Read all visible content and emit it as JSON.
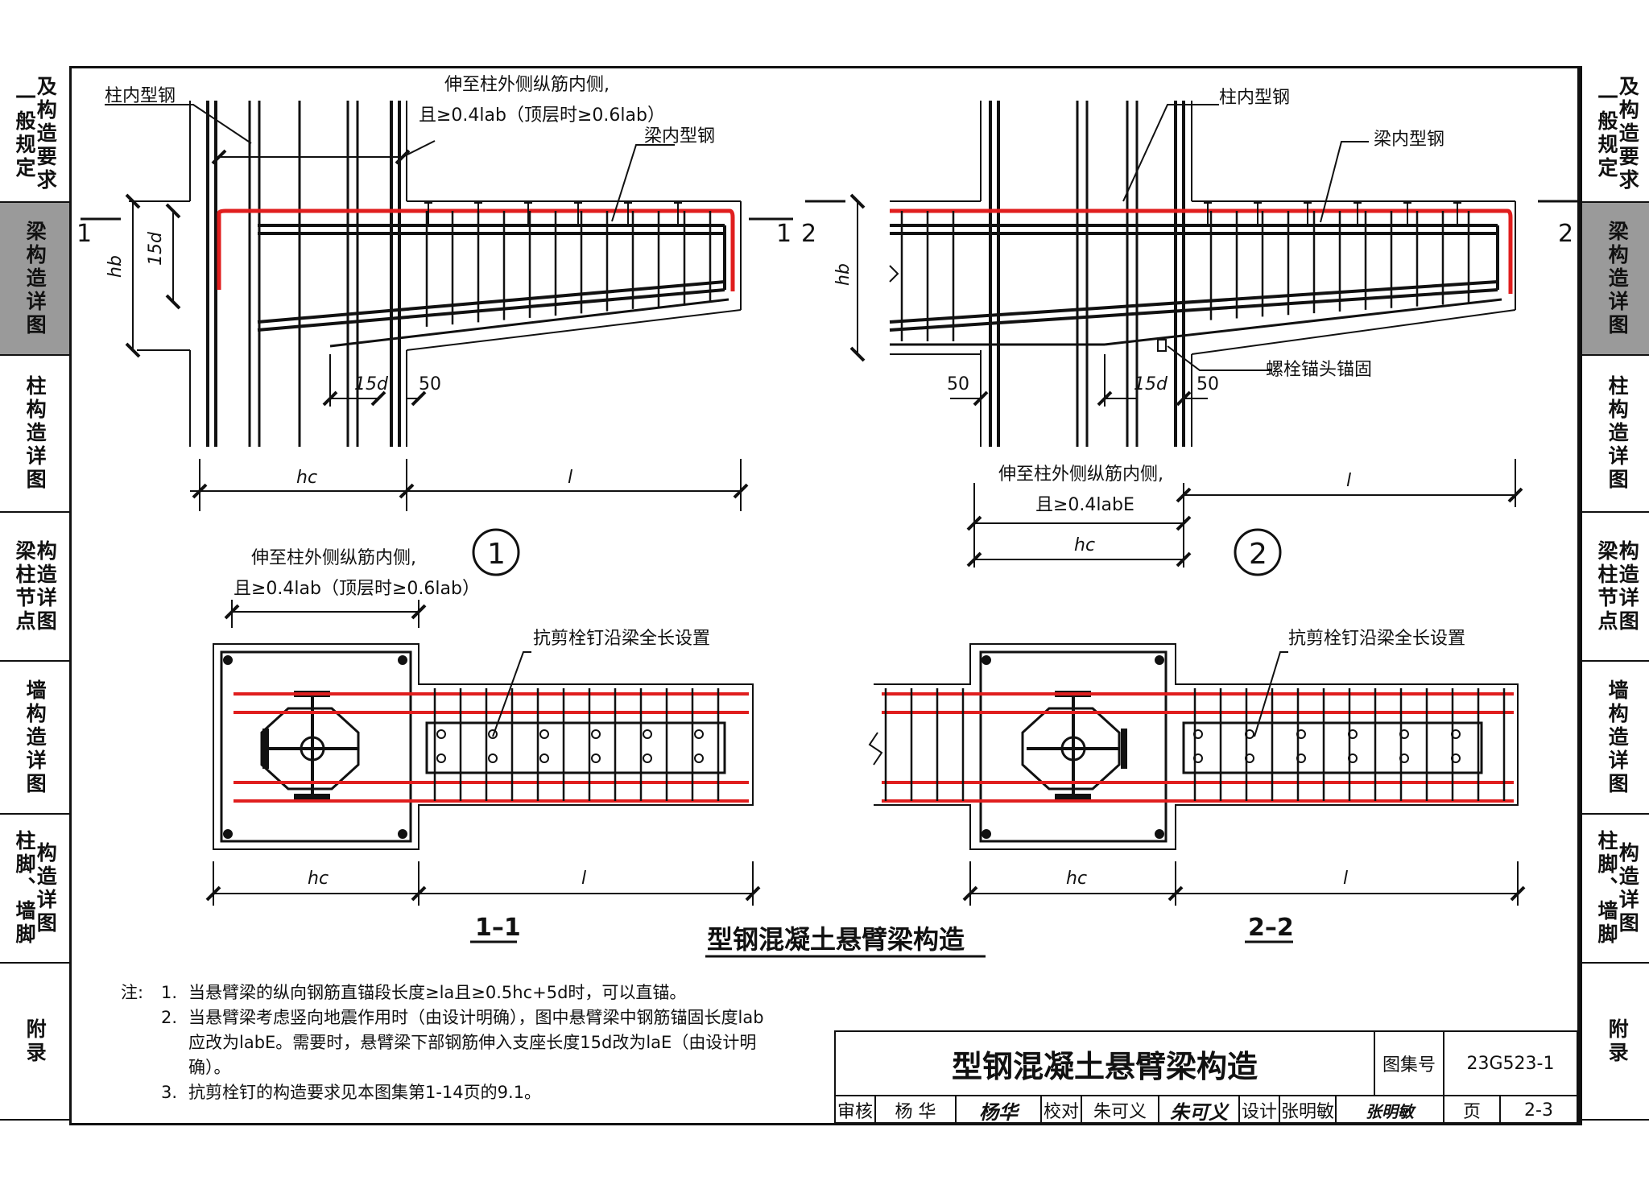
{
  "left_tabs": [
    {
      "lines": [
        "一般规定",
        "及构造要求"
      ],
      "active": false
    },
    {
      "lines": [
        "梁构造详图"
      ],
      "active": true
    },
    {
      "lines": [
        "柱构造详图"
      ],
      "active": false
    },
    {
      "lines": [
        "梁柱节点",
        "构造详图"
      ],
      "active": false
    },
    {
      "lines": [
        "墙构造详图"
      ],
      "active": false
    },
    {
      "lines": [
        "柱脚、墙脚",
        "构造详图"
      ],
      "active": false
    },
    {
      "lines": [
        "附录"
      ],
      "active": false
    }
  ],
  "diagram1": {
    "label_col_steel": "柱内型钢",
    "label_beam_steel": "梁内型钢",
    "note_line1": "伸至柱外侧纵筋内侧,",
    "note_line2": "且≥0.4lab（顶层时≥0.6lab）",
    "dim_hb": "hb",
    "dim_15d": "15d",
    "dim_15d_b": "15d",
    "dim_50": "50",
    "dim_hc": "hc",
    "dim_l": "l",
    "section_left": "1",
    "section_right": "1",
    "circle": "1"
  },
  "diagram2": {
    "label_col_steel": "柱内型钢",
    "label_beam_steel": "梁内型钢",
    "label_bolt": "螺栓锚头锚固",
    "note_line1": "伸至柱外侧纵筋内侧,",
    "note_line2": "且≥0.4labE",
    "dim_hb": "hb",
    "dim_15d": "15d",
    "dim_50a": "50",
    "dim_50b": "50",
    "dim_hc": "hc",
    "dim_l": "l",
    "section_left": "2",
    "section_right": "2",
    "circle": "2"
  },
  "section11": {
    "note_line1": "伸至柱外侧纵筋内侧,",
    "note_line2": "且≥0.4lab（顶层时≥0.6lab）",
    "label_studs": "抗剪栓钉沿梁全长设置",
    "dim_hc": "hc",
    "dim_l": "l",
    "title": "1–1"
  },
  "section22": {
    "label_studs": "抗剪栓钉沿梁全长设置",
    "dim_hc": "hc",
    "dim_l": "l",
    "title": "2–2"
  },
  "main_title": "型钢混凝土悬臂梁构造",
  "notes": {
    "label": "注:",
    "items": [
      {
        "num": "1.",
        "text": "当悬臂梁的纵向钢筋直锚段长度≥la且≥0.5hc+5d时，可以直锚。"
      },
      {
        "num": "2.",
        "text": "当悬臂梁考虑竖向地震作用时（由设计明确），图中悬臂梁中钢筋锚固长度lab应改为labE。需要时，悬臂梁下部钢筋伸入支座长度15d改为laE（由设计明确）。"
      },
      {
        "num": "3.",
        "text": "抗剪栓钉的构造要求见本图集第1-14页的9.1。"
      }
    ]
  },
  "title_block": {
    "title": "型钢混凝土悬臂梁构造",
    "atlas_label": "图集号",
    "atlas_no": "23G523-1",
    "review_label": "审核",
    "reviewer": "杨 华",
    "reviewer_sig": "杨华",
    "check_label": "校对",
    "checker": "朱可义",
    "checker_sig": "朱可义",
    "design_label": "设计",
    "designer": "张明敏",
    "designer_sig": "张明敏",
    "page_label": "页",
    "page_no": "2-3"
  },
  "colors": {
    "rebar": "#e01e1e",
    "line": "#111111"
  }
}
